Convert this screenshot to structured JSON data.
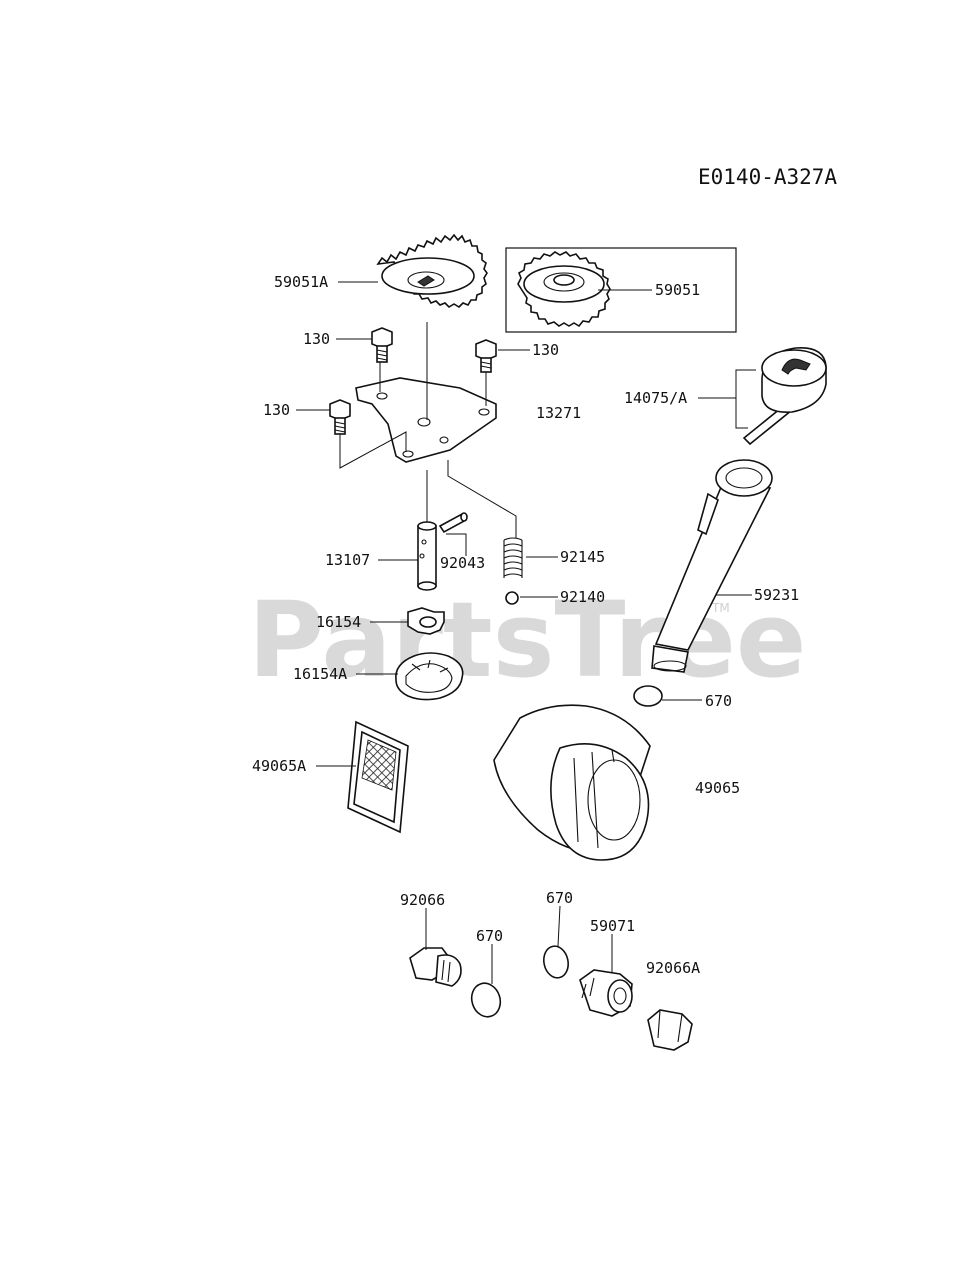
{
  "diagram": {
    "code": "E0140-A327A",
    "watermark": "PartsTree",
    "watermark_tm": "TM",
    "labels": {
      "p59051A": "59051A",
      "p59051": "59051",
      "p130a": "130",
      "p130b": "130",
      "p130c": "130",
      "p13271": "13271",
      "p14075A": "14075/A",
      "p13107": "13107",
      "p92043": "92043",
      "p92145": "92145",
      "p92140": "92140",
      "p16154": "16154",
      "p16154A": "16154A",
      "p59231": "59231",
      "p670a": "670",
      "p49065A": "49065A",
      "p49065": "49065",
      "p92066": "92066",
      "p670b": "670",
      "p670c": "670",
      "p59071": "59071",
      "p92066A": "92066A"
    }
  }
}
